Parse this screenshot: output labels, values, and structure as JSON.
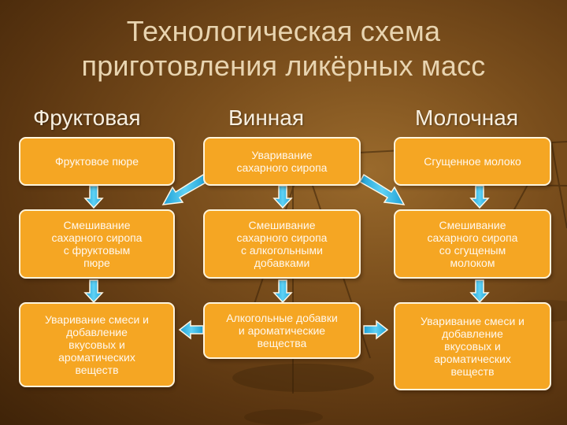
{
  "title_line1": "Технологическая схема",
  "title_line2": "приготовления ликёрных масс",
  "columns": [
    "Фруктовая",
    "Винная",
    "Молочная"
  ],
  "boxes": {
    "fruit_puree": "Фруктовое пюре",
    "syrup_boil": "Уваривание\nсахарного сиропа",
    "condensed_milk": "Сгущенное молоко",
    "mix_fruit": "Смешивание\nсахарного сиропа\nс фруктовым\nпюре",
    "mix_alcohol": "Смешивание\nсахарного сиропа\nс алкогольными\nдобавками",
    "mix_milk": "Смешивание\nсахарного сиропа\nсо сгущеным\nмолоком",
    "boil_fruit": "Уваривание смеси и\nдобавление\nвкусовых и\nароматических\nвеществ",
    "alcohol_additives": "Алкогольные добавки\nи ароматические\nвещества",
    "boil_milk": "Уваривание смеси и\nдобавление\nвкусовых и\nароматических\nвеществ"
  },
  "colors": {
    "box_fill": "#f5a623",
    "box_border": "#fff4dc",
    "arrow_fill": "#29b6e8"
  }
}
